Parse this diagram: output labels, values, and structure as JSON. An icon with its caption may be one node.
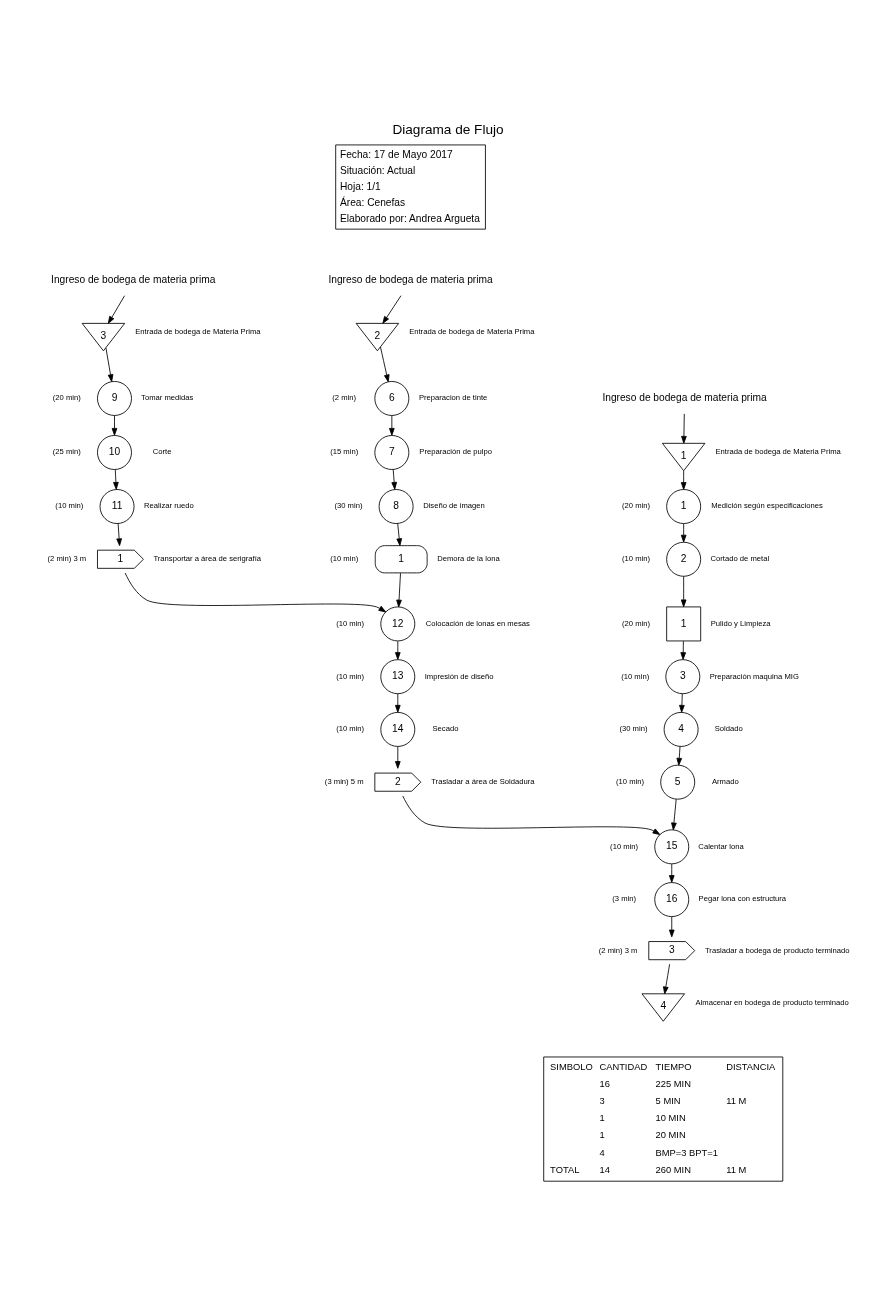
{
  "diagram": {
    "title": "Diagrama de Flujo",
    "nodes": [
      {
        "text": [
          "Ingreso de bodega de materia prima"
        ]
      },
      {
        "text": [
          "3"
        ],
        "beside": [
          "Entrada de bodega de Materia Prima"
        ]
      },
      {
        "text": [
          "9"
        ],
        "beside": [
          "(20 min)",
          "Tomar medidas"
        ]
      },
      {
        "text": [
          "10"
        ],
        "beside": [
          "(25 min)",
          "Corte"
        ]
      },
      {
        "text": [
          "11"
        ],
        "beside": [
          "(10 min)",
          "Realizar ruedo"
        ]
      },
      {
        "text": [
          "1"
        ],
        "beside": [
          "(2 min) 3 m",
          "Transportar a área de serigrafía"
        ]
      },
      {
        "text": [
          "Ingreso de bodega de materia prima"
        ]
      },
      {
        "text": [
          "2"
        ],
        "beside": [
          "Entrada de bodega de Materia Prima"
        ]
      },
      {
        "text": [
          "6"
        ],
        "beside": [
          "(2 min)",
          "Preparacion de tinte"
        ]
      },
      {
        "text": [
          "7"
        ],
        "beside": [
          "(15 min)",
          "Preparación de pulpo"
        ]
      },
      {
        "text": [
          "8"
        ],
        "beside": [
          "(30 min)",
          "Diseño de imagen"
        ]
      },
      {
        "text": [
          "1"
        ],
        "beside": [
          "(10 min)",
          "Demora de la lona"
        ]
      },
      {
        "text": [
          "12"
        ],
        "beside": [
          "(10 min)",
          "Colocación de lonas en mesas"
        ]
      },
      {
        "text": [
          "13"
        ],
        "beside": [
          "(10 min)",
          "Impresión de diseño"
        ]
      },
      {
        "text": [
          "14"
        ],
        "beside": [
          "(10 min)",
          "Secado"
        ]
      },
      {
        "text": [
          "2"
        ],
        "beside": [
          "(3 min) 5 m",
          "Trasladar a área de Soldadura"
        ]
      },
      {
        "text": [
          "Ingreso de bodega de materia prima"
        ]
      },
      {
        "text": [
          "1"
        ],
        "beside": [
          "Entrada de bodega de Materia Prima"
        ]
      },
      {
        "text": [
          "1"
        ],
        "beside": [
          "(20 min)",
          "Medición según especificaciones"
        ]
      },
      {
        "text": [
          "2"
        ],
        "beside": [
          "(10 min)",
          "Cortado de metal"
        ]
      },
      {
        "text": [
          "1"
        ],
        "beside": [
          "(20 min)",
          "Pulido y Limpieza"
        ]
      },
      {
        "text": [
          "3"
        ],
        "beside": [
          "(10 min)",
          "Preparación maquina MIG"
        ]
      },
      {
        "text": [
          "4"
        ],
        "beside": [
          "(30 min)",
          "Soldado"
        ]
      },
      {
        "text": [
          "5"
        ],
        "beside": [
          "(10 min)",
          "Armado"
        ]
      },
      {
        "text": [
          "15"
        ],
        "beside": [
          "(10 min)",
          "Calentar lona"
        ]
      },
      {
        "text": [
          "16"
        ],
        "beside": [
          "(3 min)",
          "Pegar lona con estructura"
        ]
      },
      {
        "text": [
          "3"
        ],
        "beside": [
          "(2 min) 3 m",
          "Trasladar a bodega de producto terminado"
        ]
      },
      {
        "text": [
          "4"
        ],
        "beside": [
          "Almacenar en bodega de producto terminado"
        ]
      }
    ],
    "edges": [
      {
        "from": 0,
        "to": 1,
        "arrow": "to"
      },
      {
        "from": 1,
        "to": 2,
        "arrow": "to"
      },
      {
        "from": 2,
        "to": 3,
        "arrow": "to"
      },
      {
        "from": 3,
        "to": 4,
        "arrow": "to"
      },
      {
        "from": 4,
        "to": 5,
        "arrow": "to"
      },
      {
        "from": 5,
        "to": 12,
        "arrow": "to"
      },
      {
        "from": 6,
        "to": 7,
        "arrow": "to"
      },
      {
        "from": 7,
        "to": 8,
        "arrow": "to"
      },
      {
        "from": 8,
        "to": 9,
        "arrow": "to"
      },
      {
        "from": 9,
        "to": 10,
        "arrow": "to"
      },
      {
        "from": 10,
        "to": 11,
        "arrow": "to"
      },
      {
        "from": 11,
        "to": 12,
        "arrow": "to"
      },
      {
        "from": 12,
        "to": 13,
        "arrow": "to"
      },
      {
        "from": 13,
        "to": 14,
        "arrow": "to"
      },
      {
        "from": 14,
        "to": 15,
        "arrow": "to"
      },
      {
        "from": 15,
        "to": 24,
        "arrow": "to"
      },
      {
        "from": 16,
        "to": 17,
        "arrow": "to"
      },
      {
        "from": 17,
        "to": 18,
        "arrow": "to"
      },
      {
        "from": 18,
        "to": 19,
        "arrow": "to"
      },
      {
        "from": 19,
        "to": 20,
        "arrow": "to"
      },
      {
        "from": 20,
        "to": 21,
        "arrow": "to"
      },
      {
        "from": 21,
        "to": 22,
        "arrow": "to"
      },
      {
        "from": 22,
        "to": 23,
        "arrow": "to"
      },
      {
        "from": 23,
        "to": 24,
        "arrow": "to"
      },
      {
        "from": 24,
        "to": 25,
        "arrow": "to"
      },
      {
        "from": 25,
        "to": 26,
        "arrow": "to"
      },
      {
        "from": 26,
        "to": 27,
        "arrow": "to"
      }
    ],
    "labels": [
      "Fecha: 17 de Mayo 2017",
      "Situación: Actual",
      "Hoja: 1/1",
      "Área: Cenefas",
      "Elaborado por: Andrea Argueta",
      "SIMBOLO",
      "CANTIDAD",
      "TIEMPO",
      "DISTANCIA",
      "16",
      "225 MIN",
      "3",
      "5 MIN",
      "11 M",
      "1",
      "10 MIN",
      "1",
      "20 MIN",
      "4",
      "BMP=3 BPT=1",
      "TOTAL",
      "14",
      "260 MIN",
      "11 M"
    ]
  }
}
